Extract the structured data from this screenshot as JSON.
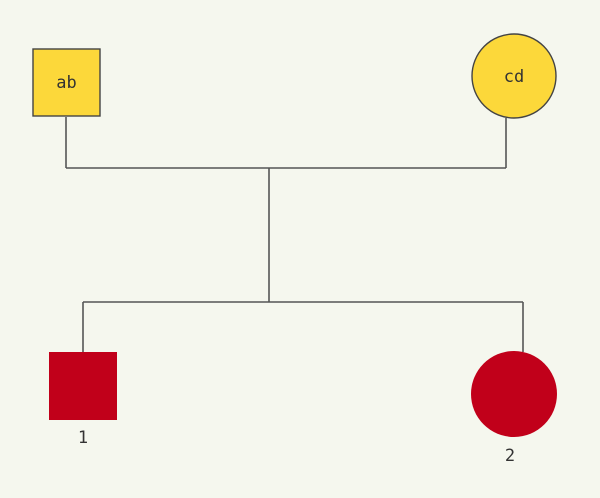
{
  "colors": {
    "background": "#f5f7ee",
    "parent_fill": "#fcd83a",
    "child_fill": "#c1001a",
    "line": "#555555"
  },
  "parents": {
    "father": {
      "shape": "square",
      "genotype": "ab"
    },
    "mother": {
      "shape": "circle",
      "genotype": "cd"
    }
  },
  "children": [
    {
      "shape": "square",
      "number": "1"
    },
    {
      "shape": "circle",
      "number": "2"
    }
  ]
}
